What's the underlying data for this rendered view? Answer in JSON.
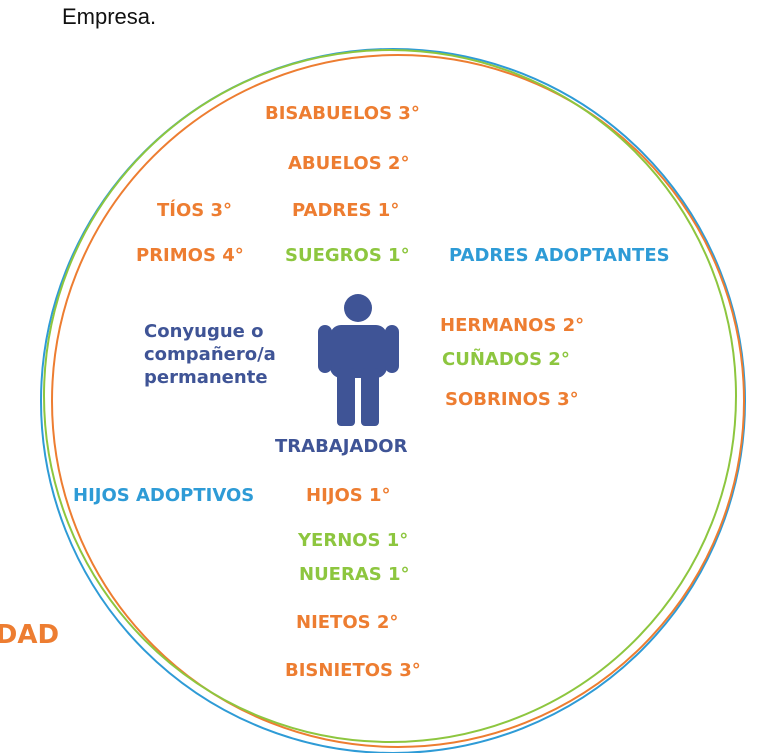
{
  "header": {
    "text": "Empresa."
  },
  "side_word": "EDAD",
  "center": {
    "label": "TRABAJADOR",
    "icon": "person-icon",
    "color": "#3F5496"
  },
  "spouse": {
    "line1": "Conyugue o",
    "line2": "compañero/a",
    "line3": "permanente"
  },
  "relatives": {
    "bisabuelos": "BISABUELOS 3°",
    "abuelos": "ABUELOS 2°",
    "tios": "TÍOS 3°",
    "padres": "PADRES 1°",
    "primos": "PRIMOS 4°",
    "suegros": "SUEGROS 1°",
    "padres_adoptantes": "PADRES ADOPTANTES",
    "hermanos": "HERMANOS 2°",
    "cunados": "CUÑADOS 2°",
    "sobrinos": "SOBRINOS 3°",
    "hijos_adoptivos": "HIJOS ADOPTIVOS",
    "hijos": "HIJOS 1°",
    "yernos": "YERNOS 1°",
    "nueras": "NUERAS 1°",
    "nietos": "NIETOS 2°",
    "bisnietos": "BISNIETOS 3°"
  },
  "colors": {
    "consanguinity": "#ED7D31",
    "affinity": "#8DC63F",
    "civil": "#2E9BD6",
    "worker": "#3F5496"
  }
}
